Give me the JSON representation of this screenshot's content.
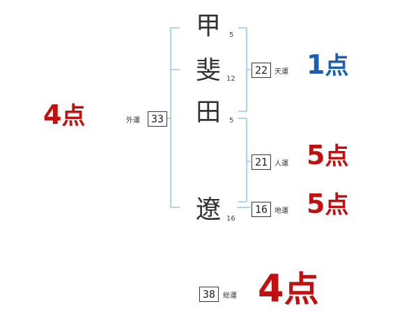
{
  "colors": {
    "bracket": "#8ec8e8",
    "score_red": "#c01010",
    "score_blue": "#1a5fb4",
    "text": "#333333"
  },
  "name": {
    "characters": [
      {
        "char": "甲",
        "strokes": "5"
      },
      {
        "char": "斐",
        "strokes": "12"
      },
      {
        "char": "田",
        "strokes": "5"
      },
      {
        "char": "遼",
        "strokes": "16"
      }
    ]
  },
  "fortunes": {
    "ten": {
      "value": "22",
      "label": "天運",
      "score": "1",
      "unit": "点",
      "color": "#1a5fb4"
    },
    "jin": {
      "value": "21",
      "label": "人運",
      "score": "5",
      "unit": "点",
      "color": "#c01010"
    },
    "chi": {
      "value": "16",
      "label": "地運",
      "score": "5",
      "unit": "点",
      "color": "#c01010"
    },
    "gai": {
      "value": "33",
      "label": "外運",
      "score": "4",
      "unit": "点",
      "color": "#c01010"
    },
    "so": {
      "value": "38",
      "label": "総運",
      "score": "4",
      "unit": "点",
      "color": "#c01010"
    }
  }
}
